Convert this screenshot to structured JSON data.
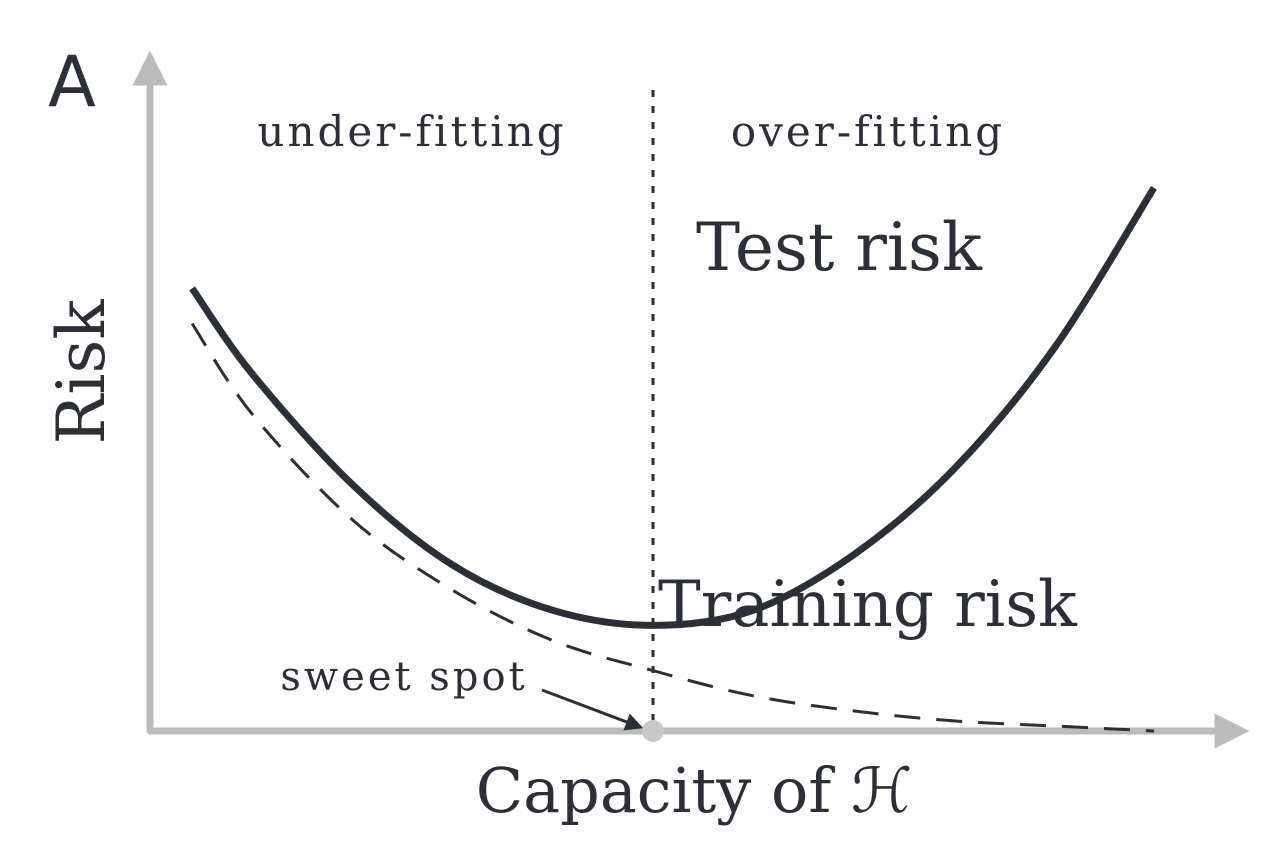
{
  "chart_data": {
    "type": "line",
    "panel_label": "A",
    "xlabel": "Capacity of ℋ",
    "ylabel": "Risk",
    "regions": [
      "under-fitting",
      "over-fitting"
    ],
    "sweet_spot": {
      "x": 0.5,
      "label": "sweet spot"
    },
    "xlim": [
      0,
      1
    ],
    "ylim": [
      0,
      1
    ],
    "grid": false,
    "series": [
      {
        "name": "Test risk",
        "style": "solid",
        "color": "#2c2f36",
        "x": [
          0.04,
          0.1,
          0.2,
          0.3,
          0.4,
          0.5,
          0.6,
          0.7,
          0.8,
          0.9,
          1.0
        ],
        "y": [
          0.88,
          0.71,
          0.49,
          0.33,
          0.24,
          0.21,
          0.24,
          0.35,
          0.52,
          0.76,
          1.08
        ]
      },
      {
        "name": "Training risk",
        "style": "dashed",
        "color": "#2c2f36",
        "x": [
          0.04,
          0.1,
          0.2,
          0.3,
          0.4,
          0.5,
          0.6,
          0.7,
          0.8,
          0.9,
          1.0
        ],
        "y": [
          0.81,
          0.63,
          0.42,
          0.28,
          0.18,
          0.12,
          0.07,
          0.04,
          0.02,
          0.01,
          0.0
        ]
      }
    ],
    "colors": {
      "axis": "#bbbbbb",
      "curve": "#2c2f36",
      "marker": "#c8c8c8"
    }
  }
}
